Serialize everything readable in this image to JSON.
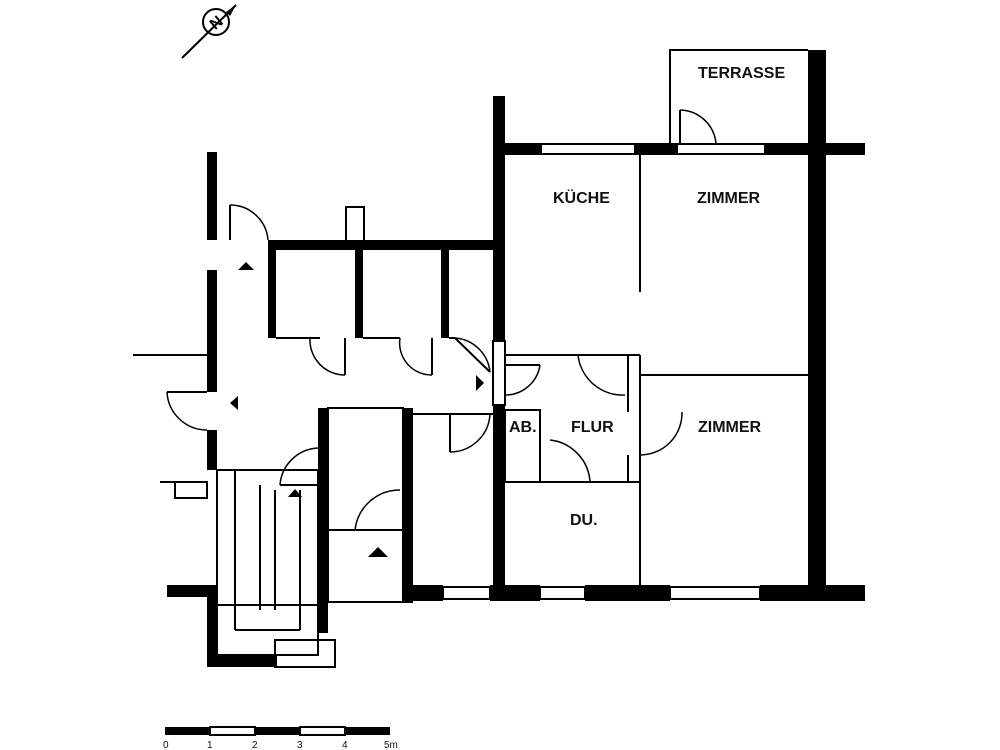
{
  "rooms": {
    "terrasse": "TERRASSE",
    "kueche": "KÜCHE",
    "zimmer_top": "ZIMMER",
    "zimmer_bottom": "ZIMMER",
    "flur": "FLUR",
    "abstell": "AB.",
    "dusche": "DU."
  },
  "scale_bar": {
    "labels": [
      "0",
      "1",
      "2",
      "3",
      "4",
      "5m"
    ]
  },
  "compass": {
    "letter": "N",
    "icon": "north-arrow-icon"
  }
}
